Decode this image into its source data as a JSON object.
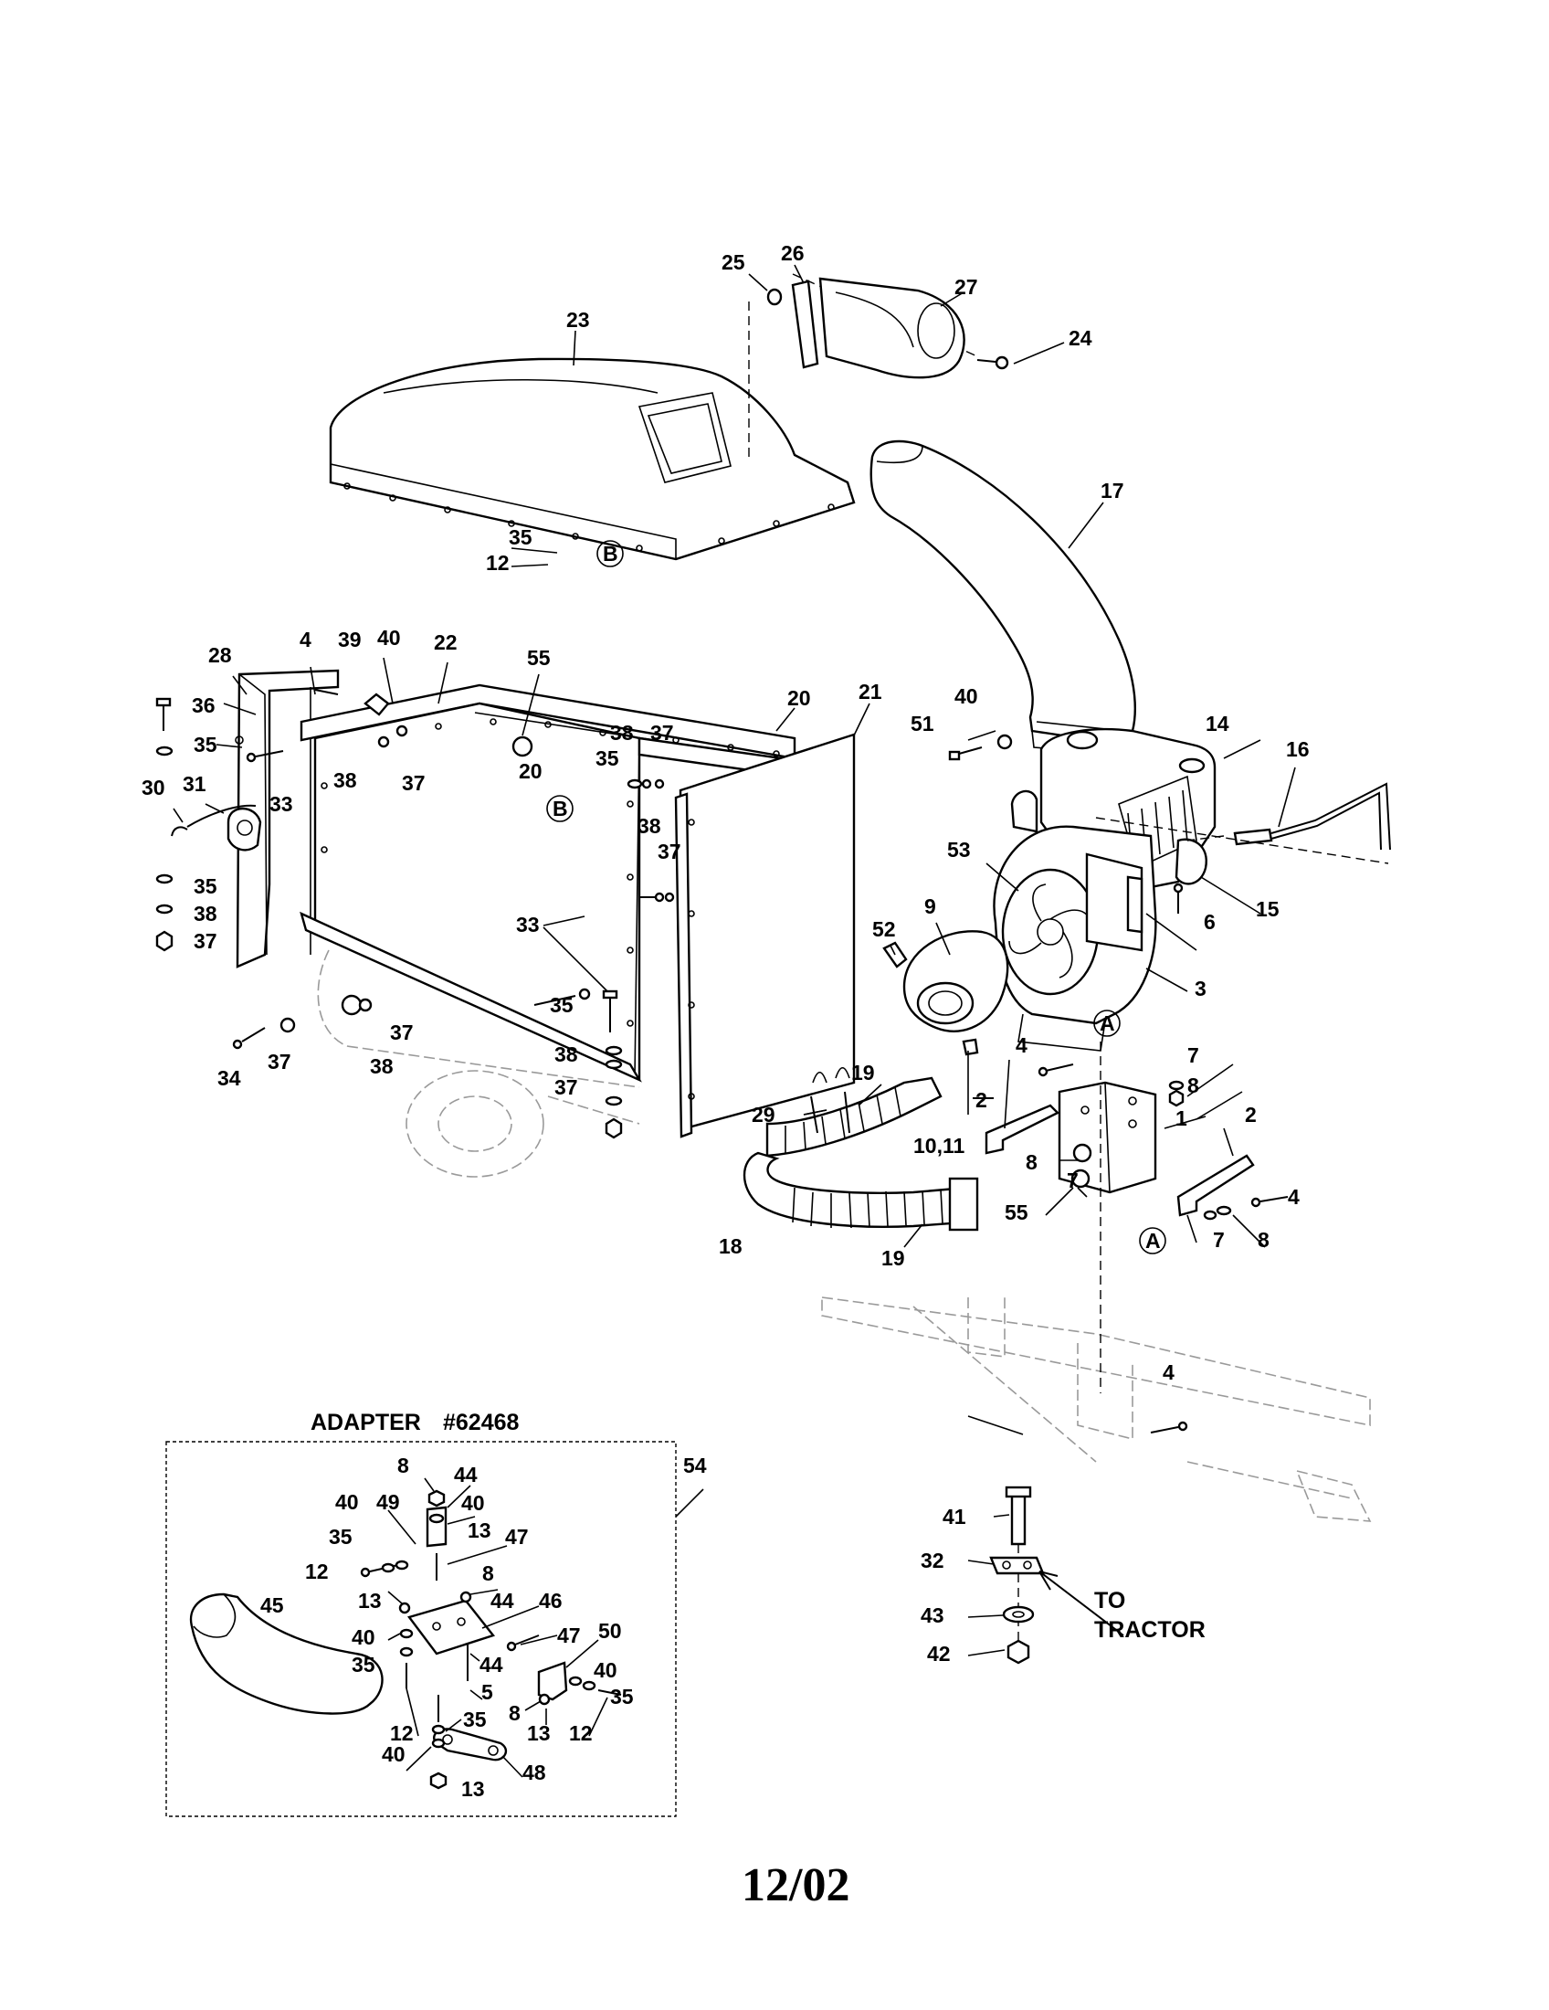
{
  "page": {
    "footer_date": "12/02"
  },
  "adapter": {
    "title": "ADAPTER",
    "part_no": "#62468",
    "ref": "54"
  },
  "tractor_note": {
    "line1": "TO",
    "line2": "TRACTOR"
  },
  "callouts": {
    "c1": "1",
    "c2a": "2",
    "c2b": "2",
    "c3": "3",
    "c4a": "4",
    "c4b": "4",
    "c4c": "4",
    "c4d": "4",
    "c6": "6",
    "c7a": "7",
    "c7b": "7",
    "c7c": "7",
    "c8a": "8",
    "c8b": "8",
    "c8c": "8",
    "c9": "9",
    "c1011": "10,11",
    "c12a": "12",
    "c14": "14",
    "c15": "15",
    "c16": "16",
    "c17": "17",
    "c18": "18",
    "c19a": "19",
    "c19b": "19",
    "c20a": "20",
    "c20b": "20",
    "c21": "21",
    "c22": "22",
    "c23": "23",
    "c24": "24",
    "c25": "25",
    "c26": "26",
    "c27": "27",
    "c28": "28",
    "c29": "29",
    "c30": "30",
    "c31": "31",
    "c32": "32",
    "c33a": "33",
    "c33b": "33",
    "c34": "34",
    "c35a": "35",
    "c35b": "35",
    "c35c": "35",
    "c35d": "35",
    "c35e": "35",
    "c36": "36",
    "c37a": "37",
    "c37b": "37",
    "c37c": "37",
    "c37d": "37",
    "c37e": "37",
    "c37f": "37",
    "c37g": "37",
    "c38a": "38",
    "c38b": "38",
    "c38c": "38",
    "c38d": "38",
    "c38e": "38",
    "c38f": "38",
    "c39": "39",
    "c40a": "40",
    "c40b": "40",
    "c41": "41",
    "c42": "42",
    "c43": "43",
    "c51": "51",
    "c52": "52",
    "c53": "53",
    "c55a": "55",
    "c55b": "55",
    "refA1": "A",
    "refA2": "A",
    "refB1": "B",
    "refB2": "B"
  },
  "adapter_callouts": {
    "a8a": "8",
    "a44a": "44",
    "a40a": "40",
    "a49": "49",
    "a40b": "40",
    "a13a": "13",
    "a35a": "35",
    "a47a": "47",
    "a12a": "12",
    "a8b": "8",
    "a13b": "13",
    "a44b": "44",
    "a46": "46",
    "a45": "45",
    "a40c": "40",
    "a47b": "47",
    "a50": "50",
    "a35b": "35",
    "a44c": "44",
    "a40d": "40",
    "a5": "5",
    "a35c": "35",
    "a8c": "8",
    "a13c": "13",
    "a12b": "12",
    "a12c": "12",
    "a35d": "35",
    "a40e": "40",
    "a48": "48",
    "a13d": "13"
  }
}
